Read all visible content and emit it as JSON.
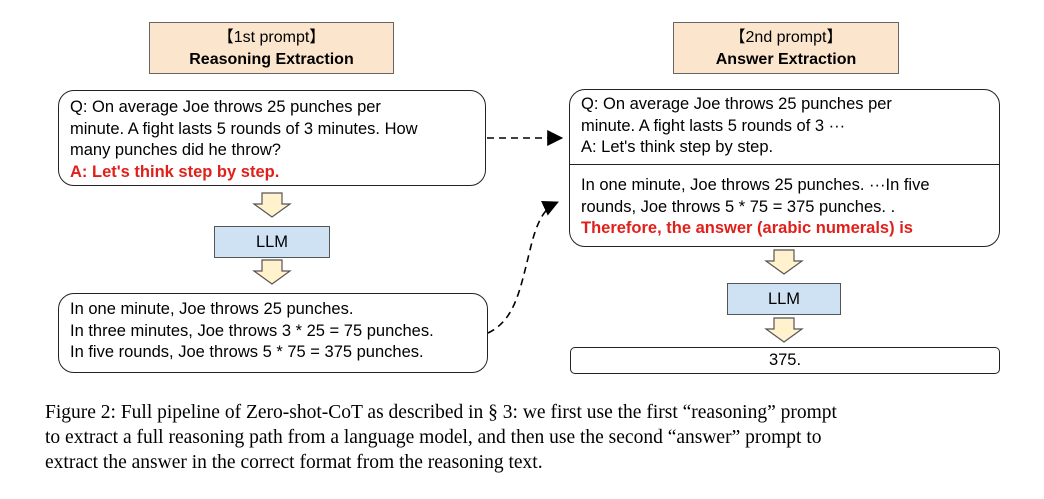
{
  "figure": {
    "left": {
      "header": {
        "bracket": "【1st prompt】",
        "title": "Reasoning Extraction"
      },
      "question": {
        "lines": [
          "Q: On average Joe throws 25 punches per",
          "minute.  A fight lasts 5 rounds of 3 minutes.  How",
          "many punches did he throw?"
        ],
        "trigger": "A: Let's think step by step."
      },
      "llm": "LLM",
      "reasoning": {
        "lines": [
          "In one minute, Joe throws 25 punches.",
          "In three minutes, Joe throws 3 * 25 = 75 punches.",
          "In five rounds, Joe throws 5 * 75 = 375 punches."
        ]
      }
    },
    "right": {
      "header": {
        "bracket": "【2nd prompt】",
        "title": "Answer Extraction"
      },
      "question": {
        "lines": [
          "Q: On average Joe throws 25 punches per",
          "minute.  A fight lasts 5 rounds of 3 ···",
          "A: Let's think step by step."
        ]
      },
      "reasoning": {
        "lines": [
          "In one minute, Joe throws 25 punches. ···In five",
          "rounds, Joe throws 5 * 75 = 375 punches. ."
        ],
        "trigger": "Therefore, the answer (arabic numerals) is"
      },
      "llm": "LLM",
      "answer": "375."
    },
    "colors": {
      "header_bg": "#fce5cd",
      "llm_bg": "#cfe2f3",
      "arrow_fill": "#fff2cc",
      "trigger": "#e0201b"
    }
  },
  "caption": [
    "Figure 2: Full pipeline of Zero-shot-CoT as described in § 3: we first use the first “reasoning” prompt",
    "to extract a full reasoning path from a language model, and then use the second “answer” prompt to",
    "extract the answer in the correct format from the reasoning text."
  ]
}
